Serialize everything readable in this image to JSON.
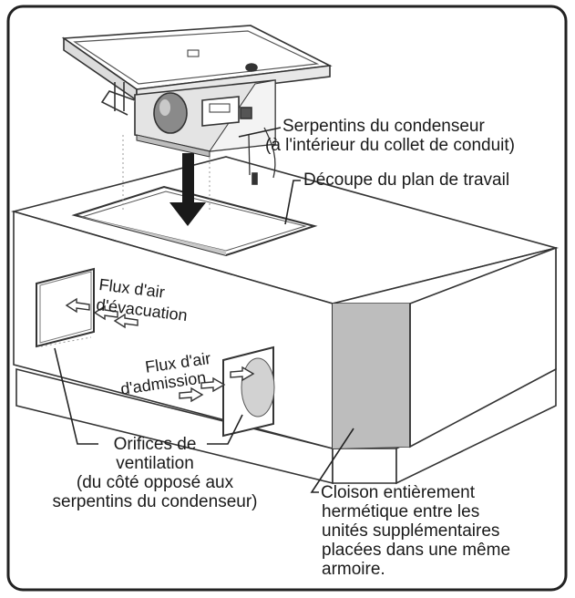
{
  "labels": {
    "condenser_coils_line1": "Serpentins du condenseur",
    "condenser_coils_line2": "(à l'intérieur du collet de conduit)",
    "counter_cutout": "Découpe du plan de travail",
    "exhaust_airflow_line1": "Flux d'air",
    "exhaust_airflow_line2": "d'évacuation",
    "intake_airflow_line1": "Flux d'air",
    "intake_airflow_line2": "d'admission",
    "vents_line1": "Orifices de",
    "vents_line2": "ventilation",
    "vents_line3": "(du côté opposé aux",
    "vents_line4": "serpentins du condenseur)",
    "partition_line1": "Cloison entièrement",
    "partition_line2": "hermétique entre les",
    "partition_line3": "unités supplémentaires",
    "partition_line4": "placées dans une même",
    "partition_line5": "armoire."
  }
}
